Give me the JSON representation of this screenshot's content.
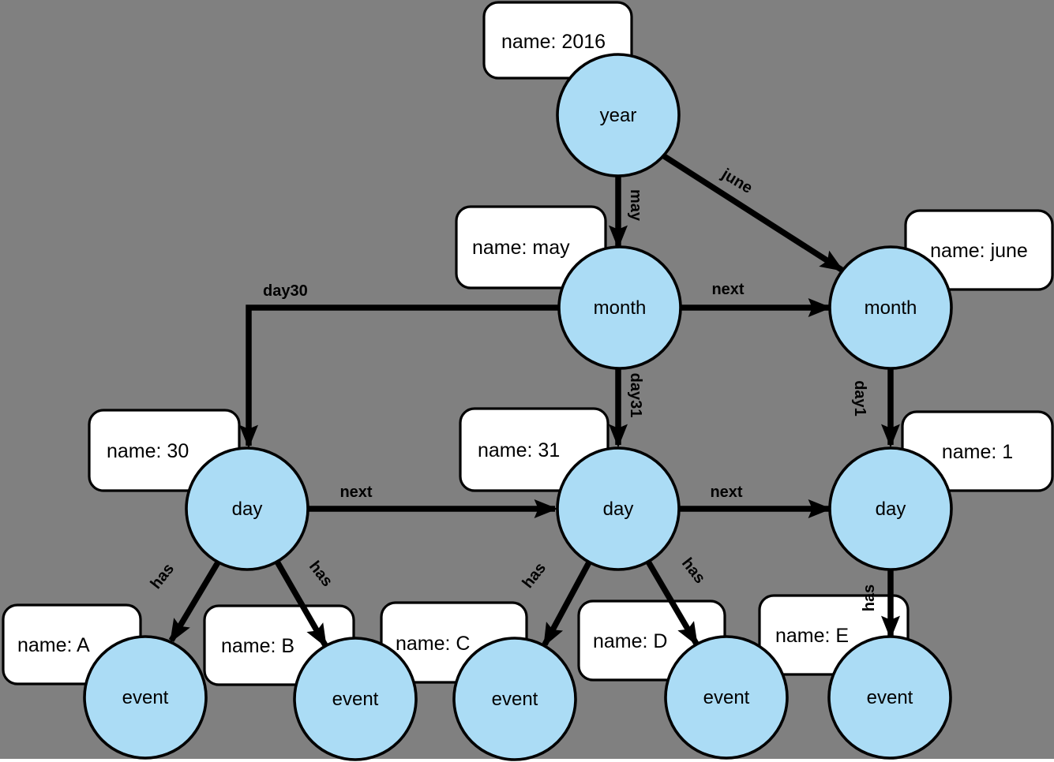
{
  "diagram": {
    "type": "graph",
    "description": "Time-tree graph: a year node (2016) linked to month nodes (may, june), month nodes linked to day nodes (30, 31, 1), and day nodes linked to event nodes (A-E).",
    "colors": {
      "background": "#808080",
      "node_fill": "#ABDCF5",
      "node_stroke": "#000000",
      "box_fill": "#ffffff",
      "edge": "#000000"
    },
    "nodes": [
      {
        "id": "year",
        "label": "year"
      },
      {
        "id": "month-may",
        "label": "month"
      },
      {
        "id": "month-june",
        "label": "month"
      },
      {
        "id": "day-30",
        "label": "day"
      },
      {
        "id": "day-31",
        "label": "day"
      },
      {
        "id": "day-1",
        "label": "day"
      },
      {
        "id": "event-a",
        "label": "event"
      },
      {
        "id": "event-b",
        "label": "event"
      },
      {
        "id": "event-c",
        "label": "event"
      },
      {
        "id": "event-d",
        "label": "event"
      },
      {
        "id": "event-e",
        "label": "event"
      }
    ],
    "property_boxes": [
      {
        "for": "year",
        "text": "name: 2016"
      },
      {
        "for": "month-may",
        "text": "name: may"
      },
      {
        "for": "month-june",
        "text": "name: june"
      },
      {
        "for": "day-30",
        "text": "name: 30"
      },
      {
        "for": "day-31",
        "text": "name: 31"
      },
      {
        "for": "day-1",
        "text": "name: 1"
      },
      {
        "for": "event-a",
        "text": "name: A"
      },
      {
        "for": "event-b",
        "text": "name: B"
      },
      {
        "for": "event-c",
        "text": "name: C"
      },
      {
        "for": "event-d",
        "text": "name: D"
      },
      {
        "for": "event-e",
        "text": "name: E"
      }
    ],
    "edges": [
      {
        "from": "year",
        "to": "month-may",
        "label": "may"
      },
      {
        "from": "year",
        "to": "month-june",
        "label": "june"
      },
      {
        "from": "month-may",
        "to": "month-june",
        "label": "next"
      },
      {
        "from": "month-may",
        "to": "day-30",
        "label": "day30"
      },
      {
        "from": "month-may",
        "to": "day-31",
        "label": "day31"
      },
      {
        "from": "month-june",
        "to": "day-1",
        "label": "day1"
      },
      {
        "from": "day-30",
        "to": "day-31",
        "label": "next"
      },
      {
        "from": "day-31",
        "to": "day-1",
        "label": "next"
      },
      {
        "from": "day-30",
        "to": "event-a",
        "label": "has"
      },
      {
        "from": "day-30",
        "to": "event-b",
        "label": "has"
      },
      {
        "from": "day-31",
        "to": "event-c",
        "label": "has"
      },
      {
        "from": "day-31",
        "to": "event-d",
        "label": "has"
      },
      {
        "from": "day-1",
        "to": "event-e",
        "label": "has"
      }
    ]
  }
}
